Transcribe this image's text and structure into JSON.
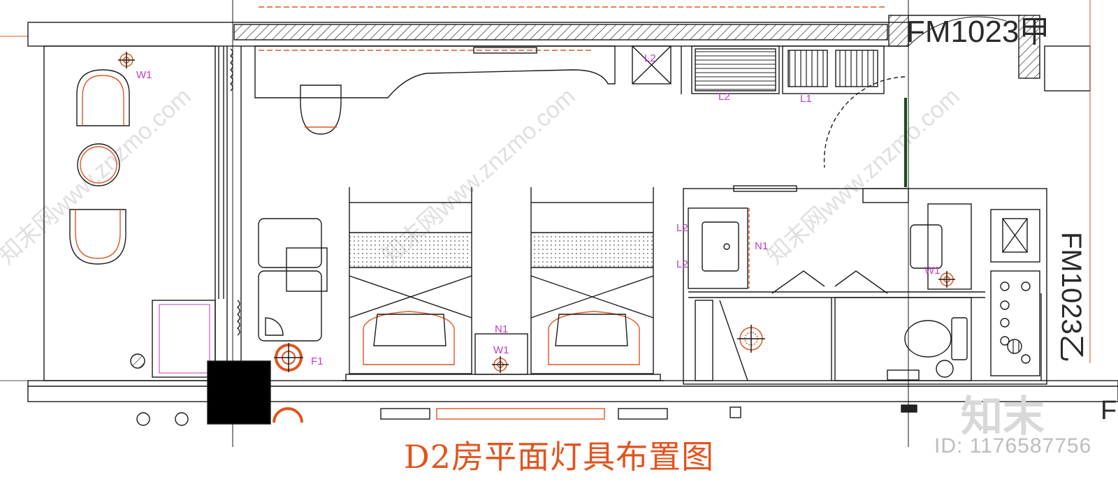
{
  "title": "D2房平面灯具布置图",
  "door_tags": {
    "top": "FM1023甲",
    "right": "FM1023乙",
    "right_cut": "F"
  },
  "fixture_labels": {
    "w1_balcony": "W1",
    "w1_desk": "W1",
    "w1_bath": "W1",
    "f1": "F1",
    "n1_bed": "N1",
    "n1_bath": "N1",
    "l2_closet": "L2",
    "l2_wardrobe": "L2",
    "l1_entry": "L1",
    "l2_vanity_top": "L2",
    "l2_vanity_bottom": "L2"
  },
  "watermark_text": "知末网www.znzmo.com",
  "brand": {
    "zh": "知末",
    "id": "ID: 1176587756"
  },
  "colors": {
    "line": "#1a1a1a",
    "fixture": "#e2541e",
    "label": "#c23bc2",
    "watermark": "#dcdcdc"
  }
}
